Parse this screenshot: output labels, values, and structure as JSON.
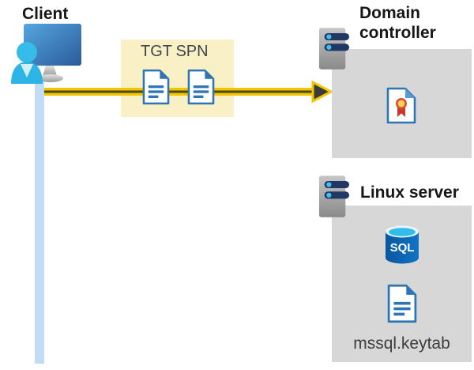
{
  "diagram": {
    "client": {
      "label": "Client"
    },
    "tickets": {
      "tgt_label": "TGT",
      "spn_label": "SPN"
    },
    "domain_controller": {
      "label": "Domain controller"
    },
    "linux_server": {
      "label": "Linux server",
      "sql_label": "SQL",
      "keytab_label": "mssql.keytab"
    }
  },
  "colors": {
    "arrow_yellow": "#F3C700",
    "arrow_core": "#4A4715",
    "ticket_box_yellow": "#FAF0C5",
    "panel_gray": "#D7D7D7",
    "document_blue": "#2E75B6",
    "connection_line_blue": "#C3DCF5",
    "person_cyan": "#2CB4E4",
    "monitor_blue": "#3E80C2",
    "sql_body_blue": "#0A5CA8",
    "sql_top_cyan": "#32BDE8",
    "server_pill_navy": "#1F3864",
    "server_dot_cyan": "#3FC0EA",
    "certificate_red": "#C9392C",
    "certificate_gold": "#FFD34D",
    "label_black": "#171717",
    "ticket_text_gray": "#3E4450",
    "file_text_gray": "#3D3D3D"
  }
}
